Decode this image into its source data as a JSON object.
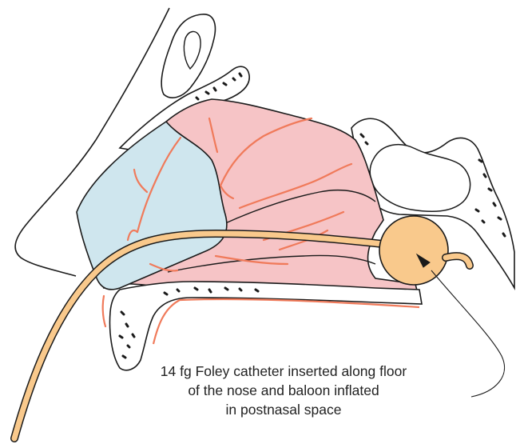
{
  "caption": {
    "lines": [
      "14 fg Foley catheter inserted along floor",
      "of the nose and baloon inflated",
      "in postnasal space"
    ]
  },
  "colors": {
    "outline": "#1a1a1a",
    "mucosa_pink": "#f6c4c6",
    "vestibule_blue": "#cfe6ee",
    "vessel": "#f07a5a",
    "catheter": "#f9c98c",
    "bone_fill": "#ffffff"
  }
}
